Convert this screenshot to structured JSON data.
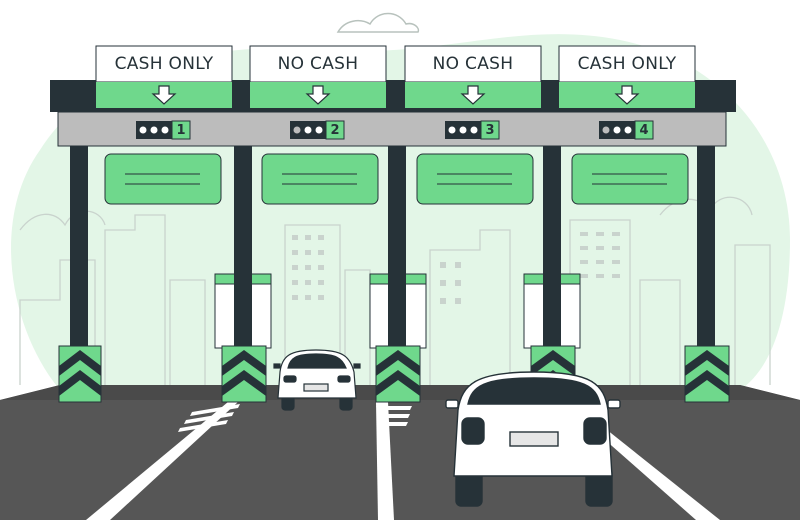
{
  "colors": {
    "accent_green": "#6fd88c",
    "light_green": "#e3f6e7",
    "dark": "#263238",
    "road": "#565656",
    "gantry_gray": "#bcbcbc",
    "white": "#ffffff"
  },
  "lanes": [
    {
      "label": "CASH ONLY",
      "number": "1",
      "lights_lit": 3
    },
    {
      "label": "NO CASH",
      "number": "2",
      "lights_lit": 2
    },
    {
      "label": "NO CASH",
      "number": "3",
      "lights_lit": 3
    },
    {
      "label": "CASH ONLY",
      "number": "4",
      "lights_lit": 2
    }
  ],
  "icons": {
    "lane_arrow": "arrow-down-icon",
    "hazard": "chevron-up-icon",
    "signal": "traffic-light-icon"
  }
}
